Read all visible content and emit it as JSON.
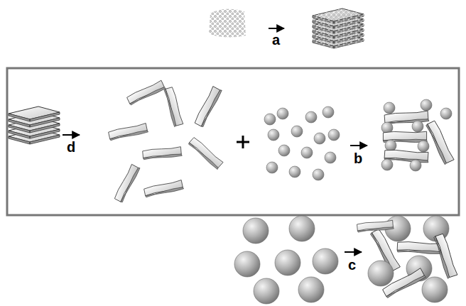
{
  "diagram": {
    "labels": [
      "a",
      "d",
      "b",
      "c"
    ]
  }
}
